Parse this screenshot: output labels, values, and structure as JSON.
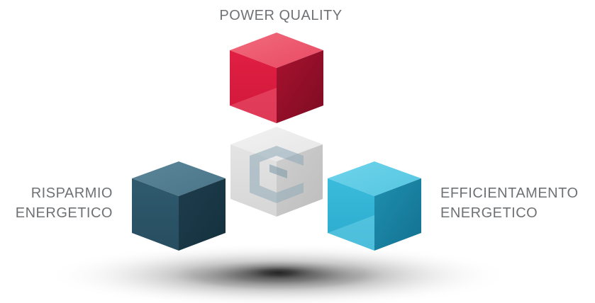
{
  "labels": {
    "top": [
      "POWER QUALITY"
    ],
    "left": [
      "RISPARMIO",
      "ENERGETICO"
    ],
    "right": [
      "EFFICIENTAMENTO",
      "ENERGETICO"
    ]
  },
  "cubes": {
    "top": {
      "name": "power-quality-cube",
      "color": "#d92045"
    },
    "center": {
      "name": "center-logo-cube",
      "color": "#e3e3e3",
      "logo_color": "#9ab4c2"
    },
    "left": {
      "name": "risparmio-energetico-cube",
      "color": "#2b5468"
    },
    "right": {
      "name": "efficientamento-energetico-cube",
      "color": "#2aaed0"
    }
  },
  "colors": {
    "text": "#6f7275",
    "shadow": "#2a2a2a"
  }
}
